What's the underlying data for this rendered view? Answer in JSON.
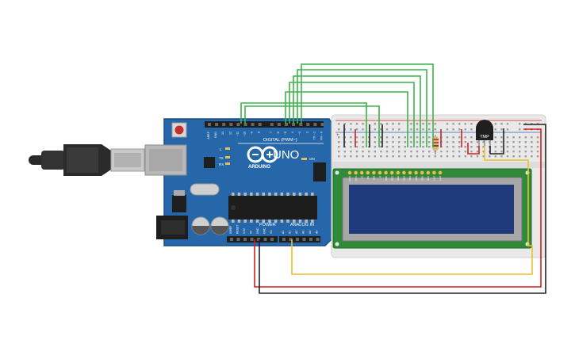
{
  "arduino": {
    "brand": "ARDUINO",
    "model": "UNO",
    "header_digital": "DIGITAL (PWM~)",
    "header_power": "POWER",
    "header_analog": "ANALOG IN",
    "label_on": "ON",
    "label_l": "L",
    "label_tx": "TX",
    "label_rx": "RX",
    "digital_pins": [
      "AREF",
      "GND",
      "13",
      "12",
      "~11",
      "~10",
      "~9",
      "8",
      "7",
      "~6",
      "~5",
      "4",
      "~3",
      "2",
      "TX→1",
      "RX←0"
    ],
    "power_pins": [
      "IOREF",
      "RESET",
      "3.3V",
      "5V",
      "GND",
      "GND",
      "Vin"
    ],
    "analog_pins": [
      "A0",
      "A1",
      "A2",
      "A3",
      "A4",
      "A5"
    ]
  },
  "sensor": {
    "label": "TMP"
  },
  "lcd": {
    "pins": [
      "GND",
      "VCC",
      "V0",
      "RS",
      "RW",
      "E",
      "DB0",
      "DB1",
      "DB2",
      "DB3",
      "DB4",
      "DB5",
      "DB6",
      "DB7",
      "LED",
      "LED"
    ]
  },
  "colors": {
    "board": "#2567a8",
    "board_edge": "#1b4f86",
    "breadboard": "#e9e9e9",
    "wire_green": "#3cb34a",
    "wire_red": "#d21f1f",
    "wire_black": "#222222",
    "wire_yellow": "#e8c22a",
    "lcd_screen": "#1f3a7a",
    "lcd_pcb": "#2f8a3a"
  }
}
